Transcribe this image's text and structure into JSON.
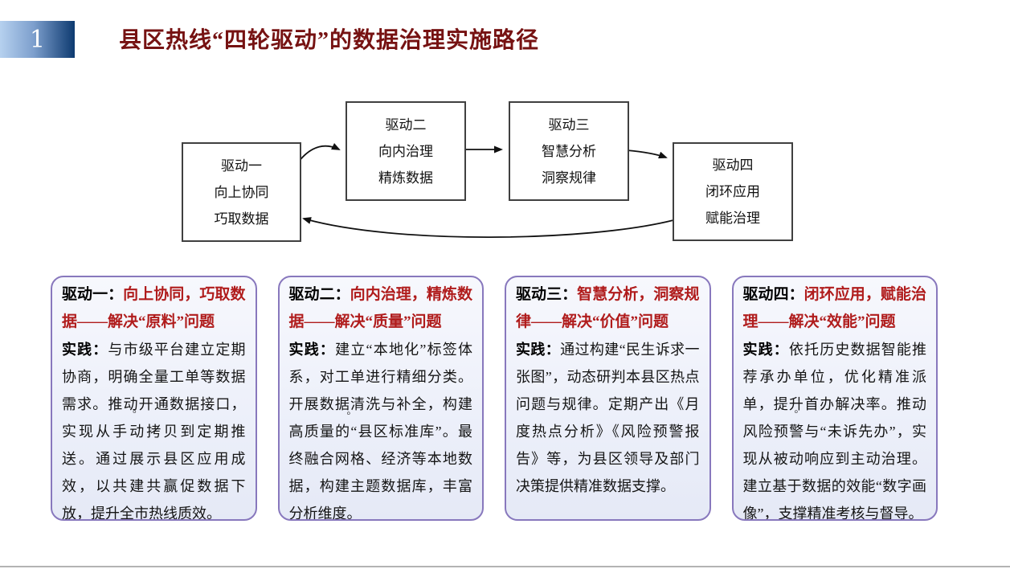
{
  "header": {
    "section_number": "1",
    "title": "县区热线“四轮驱动”的数据治理实施路径"
  },
  "flowchart": {
    "boxes": [
      {
        "lines": [
          "驱动一",
          "向上协同",
          "巧取数据"
        ]
      },
      {
        "lines": [
          "驱动二",
          "向内治理",
          "精炼数据"
        ]
      },
      {
        "lines": [
          "驱动三",
          "智慧分析",
          "洞察规律"
        ]
      },
      {
        "lines": [
          "驱动四",
          "闭环应用",
          "赋能治理"
        ]
      }
    ]
  },
  "cards": [
    {
      "label": "驱动一：",
      "highlight": "向上协同，巧取数据——解决“原料”问题",
      "practice_label": "实践：",
      "body": "与市级平台建立定期协商，明确全量工单等数据需求。推动开通数据接口，实现从手动拷贝到定期推送。通过展示县区应用成效，以共建共赢促数据下放，提升全市热线质效。",
      "stray_mark": "。"
    },
    {
      "label": "驱动二：",
      "highlight": "向内治理，精炼数据——解决“质量”问题",
      "practice_label": "实践：",
      "body": "建立“本地化”标签体系，对工单进行精细分类。开展数据清洗与补全，构建高质量的“县区标准库”。最终融合网格、经济等本地数据，构建主题数据库，丰富分析维度。",
      "stray_mark": "。"
    },
    {
      "label": "驱动三：",
      "highlight": "智慧分析，洞察规律——解决“价值”问题",
      "practice_label": "实践：",
      "body": "通过构建“民生诉求一张图”，动态研判本县区热点问题与规律。定期产出《月度热点分析》《风险预警报告》等，为县区领导及部门决策提供精准数据支撑。",
      "stray_mark": "。"
    },
    {
      "label": "驱动四：",
      "highlight": "闭环应用，赋能治理——解决“效能”问题",
      "practice_label": "实践：",
      "body": "依托历史数据智能推荐承办单位，优化精准派单，提升首办解决率。推动风险预警与“未诉先办”，实现从被动响应到主动治理。建立基于数据的效能“数字画像”，支撑精准考核与督导。",
      "stray_mark": "。"
    }
  ],
  "colors": {
    "badge_gradient_start": "#b6d1ef",
    "badge_gradient_end": "#0d3a70",
    "title_color": "#761212",
    "card_border": "#8878bd",
    "card_background": "#edf0fa",
    "card_highlight_red": "#b01c1c",
    "footer_line": "#b3b3b3"
  }
}
